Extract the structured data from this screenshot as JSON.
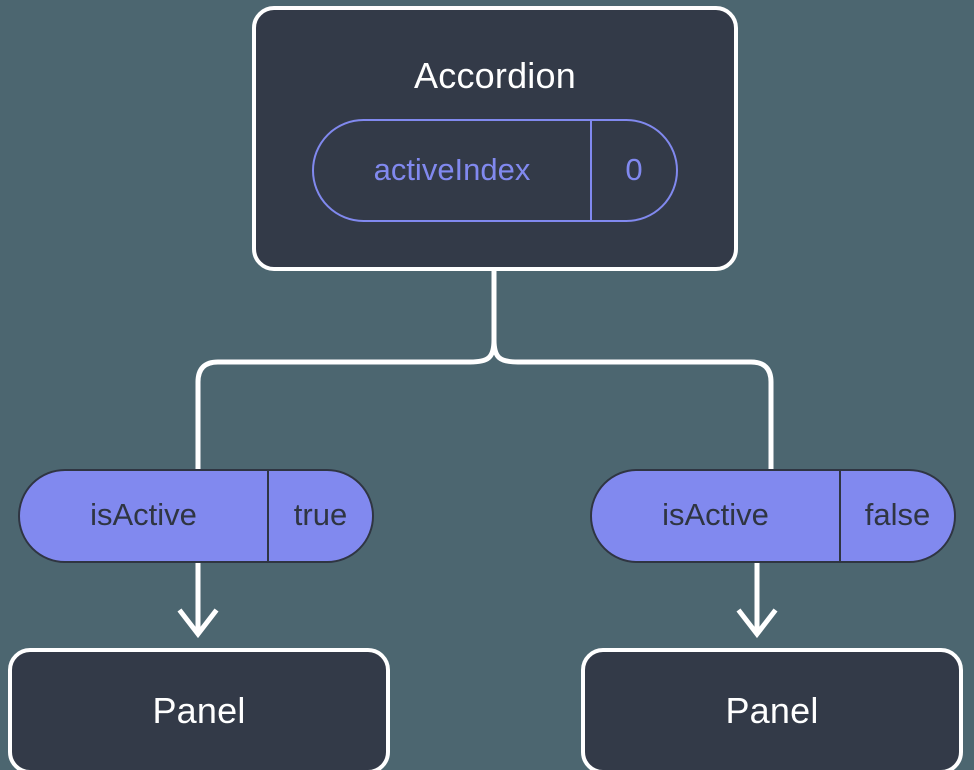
{
  "diagram": {
    "type": "component-state-tree",
    "background_color": "#4c6670",
    "card_fill": "#333a48",
    "accent_color": "#8189ef",
    "line_color": "#ffffff",
    "root": {
      "title": "Accordion",
      "prop": {
        "key": "activeIndex",
        "value": "0"
      }
    },
    "branches": [
      {
        "prop": {
          "key": "isActive",
          "value": "true"
        },
        "child": {
          "title": "Panel"
        }
      },
      {
        "prop": {
          "key": "isActive",
          "value": "false"
        },
        "child": {
          "title": "Panel"
        }
      }
    ]
  }
}
